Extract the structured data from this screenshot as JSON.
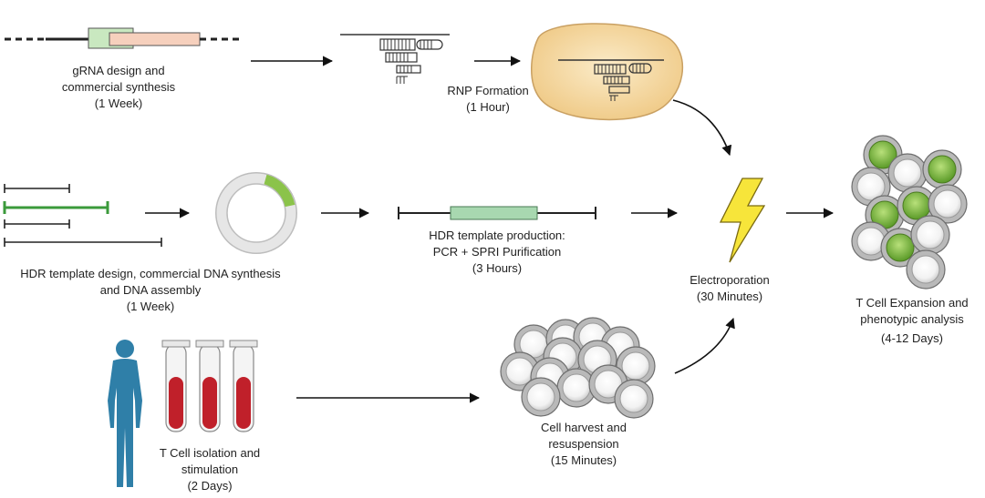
{
  "steps": {
    "grna": {
      "line1": "gRNA design and",
      "line2": "commercial synthesis",
      "duration": "(1 Week)"
    },
    "rnp": {
      "line1": "RNP Formation",
      "duration": "(1 Hour)"
    },
    "hdr_design": {
      "line1": "HDR template design, commercial DNA synthesis",
      "line2": "and DNA assembly",
      "duration": "(1 Week)"
    },
    "hdr_production": {
      "line1": "HDR template production:",
      "line2": "PCR + SPRI Purification",
      "duration": "(3 Hours)"
    },
    "electroporation": {
      "line1": "Electroporation",
      "duration": "(30 Minutes)"
    },
    "expansion": {
      "line1": "T Cell Expansion and",
      "line2": "phenotypic analysis",
      "duration": "(4-12 Days)"
    },
    "isolation": {
      "line1": "T Cell isolation and",
      "line2": "stimulation",
      "duration": "(2 Days)"
    },
    "harvest": {
      "line1": "Cell harvest and",
      "line2": "resuspension",
      "duration": "(15 Minutes)"
    }
  },
  "colors": {
    "green": "#7cb342",
    "cell_border": "#8a8a8a",
    "blood": "#c0202a",
    "human": "#2f7fa8",
    "rnp_blob": "#f3d7a0",
    "bolt": "#f7e53a"
  }
}
